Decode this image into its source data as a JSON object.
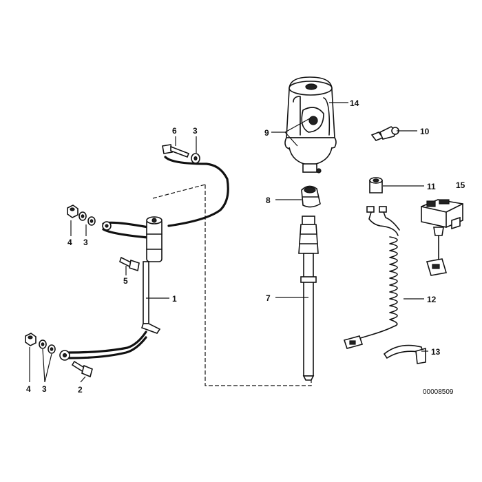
{
  "reference_number": "00008509",
  "callouts": {
    "c1": "1",
    "c2": "2",
    "c3a": "3",
    "c3b": "3",
    "c3c": "3",
    "c4a": "4",
    "c4b": "4",
    "c5": "5",
    "c6": "6",
    "c7": "7",
    "c8": "8",
    "c9": "9",
    "c10": "10",
    "c11": "11",
    "c12": "12",
    "c13": "13",
    "c14": "14",
    "c15": "15"
  }
}
